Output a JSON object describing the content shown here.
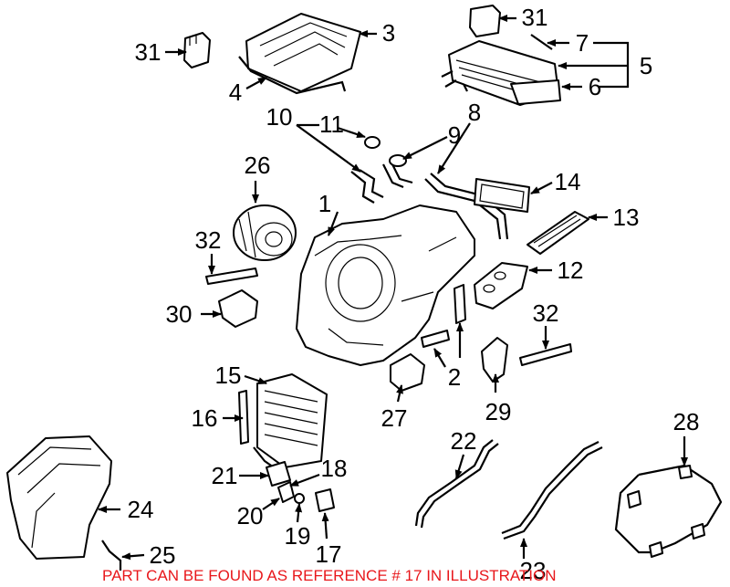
{
  "diagram": {
    "callouts": [
      "1",
      "2",
      "3",
      "4",
      "5",
      "6",
      "7",
      "8",
      "9",
      "10",
      "11",
      "12",
      "13",
      "14",
      "15",
      "16",
      "17",
      "18",
      "19",
      "20",
      "21",
      "22",
      "23",
      "24",
      "25",
      "26",
      "27",
      "28",
      "29",
      "30",
      "31",
      "31",
      "32",
      "32"
    ],
    "note": "PART CAN BE FOUND AS REFERENCE # 17 IN ILLUSTRATION",
    "note_color": "#e8171b"
  }
}
